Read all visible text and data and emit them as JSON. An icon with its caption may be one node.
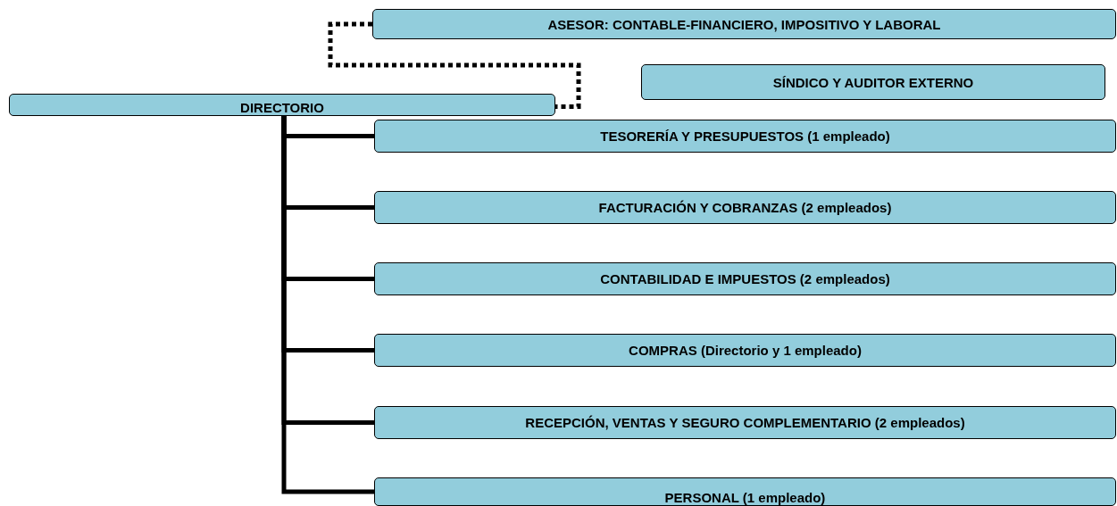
{
  "diagram": {
    "nodes": [
      {
        "text": [
          "ASESOR: CONTABLE-FINANCIERO, IMPOSITIVO Y LABORAL"
        ]
      },
      {
        "text": [
          "SÍNDICO Y AUDITOR EXTERNO"
        ]
      },
      {
        "text": [
          "DIRECTORIO"
        ]
      },
      {
        "text": [
          "TESORERÍA Y PRESUPUESTOS (1 empleado)"
        ]
      },
      {
        "text": [
          "FACTURACIÓN Y COBRANZAS (2 empleados)"
        ]
      },
      {
        "text": [
          "CONTABILIDAD E IMPUESTOS (2 empleados)"
        ]
      },
      {
        "text": [
          "COMPRAS (Directorio y 1 empleado)"
        ]
      },
      {
        "text": [
          "RECEPCIÓN, VENTAS Y SEGURO COMPLEMENTARIO (2 empleados)"
        ]
      },
      {
        "text": [
          "PERSONAL (1 empleado)"
        ]
      }
    ],
    "edges": [
      {
        "from": 0,
        "to": 2,
        "arrow": "none",
        "style": "dashed"
      },
      {
        "from": 2,
        "to": 3,
        "arrow": "none"
      },
      {
        "from": 2,
        "to": 4,
        "arrow": "none"
      },
      {
        "from": 2,
        "to": 5,
        "arrow": "none"
      },
      {
        "from": 2,
        "to": 6,
        "arrow": "none"
      },
      {
        "from": 2,
        "to": 7,
        "arrow": "none"
      },
      {
        "from": 2,
        "to": 8,
        "arrow": "none"
      }
    ]
  }
}
